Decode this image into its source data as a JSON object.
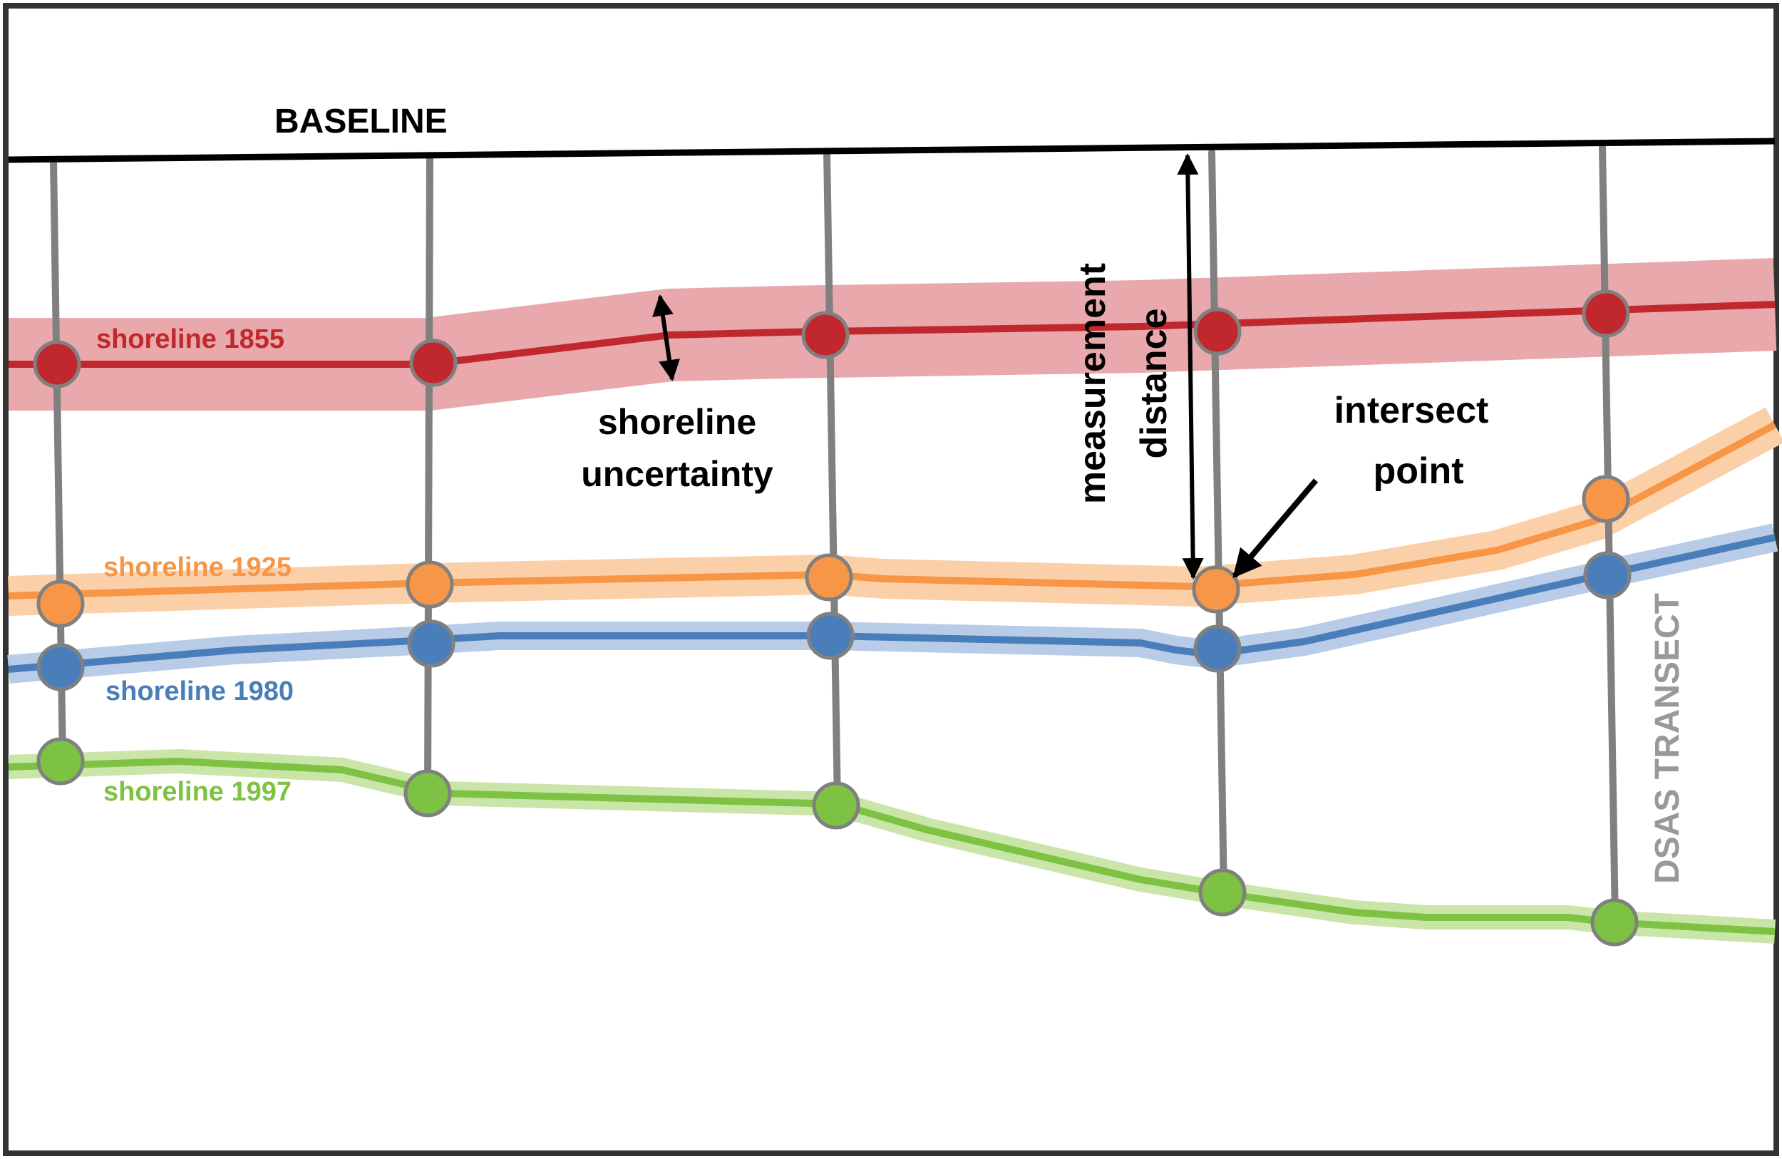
{
  "baseline": {
    "label": "BASELINE",
    "color": "#000000"
  },
  "transect": {
    "label": "DSAS TRANSECT",
    "color": "#808080",
    "label_color": "#999999"
  },
  "annotations": {
    "uncertainty_line1": "shoreline",
    "uncertainty_line2": "uncertainty",
    "measurement_line1": "measurement",
    "measurement_line2": "distance",
    "intersect_line1": "intersect",
    "intersect_line2": "point"
  },
  "shorelines": [
    {
      "label": "shoreline 1855",
      "color": "#C0282D",
      "band_color": "#E8A8AC",
      "has_band": true
    },
    {
      "label": "shoreline 1925",
      "color": "#F79646",
      "band_color": "#FBD0A8",
      "has_band": true
    },
    {
      "label": "shoreline 1980",
      "color": "#4A7EBB",
      "band_color": "#B8CCE8",
      "has_band": true
    },
    {
      "label": "shoreline 1997",
      "color": "#7DC242",
      "band_color": "#C9E6A8",
      "has_band": true
    }
  ],
  "icons": {
    "double_arrow": "double-headed-arrow-icon",
    "pointer_arrow": "pointer-arrow-icon",
    "intersect_marker": "circle-marker-icon"
  }
}
